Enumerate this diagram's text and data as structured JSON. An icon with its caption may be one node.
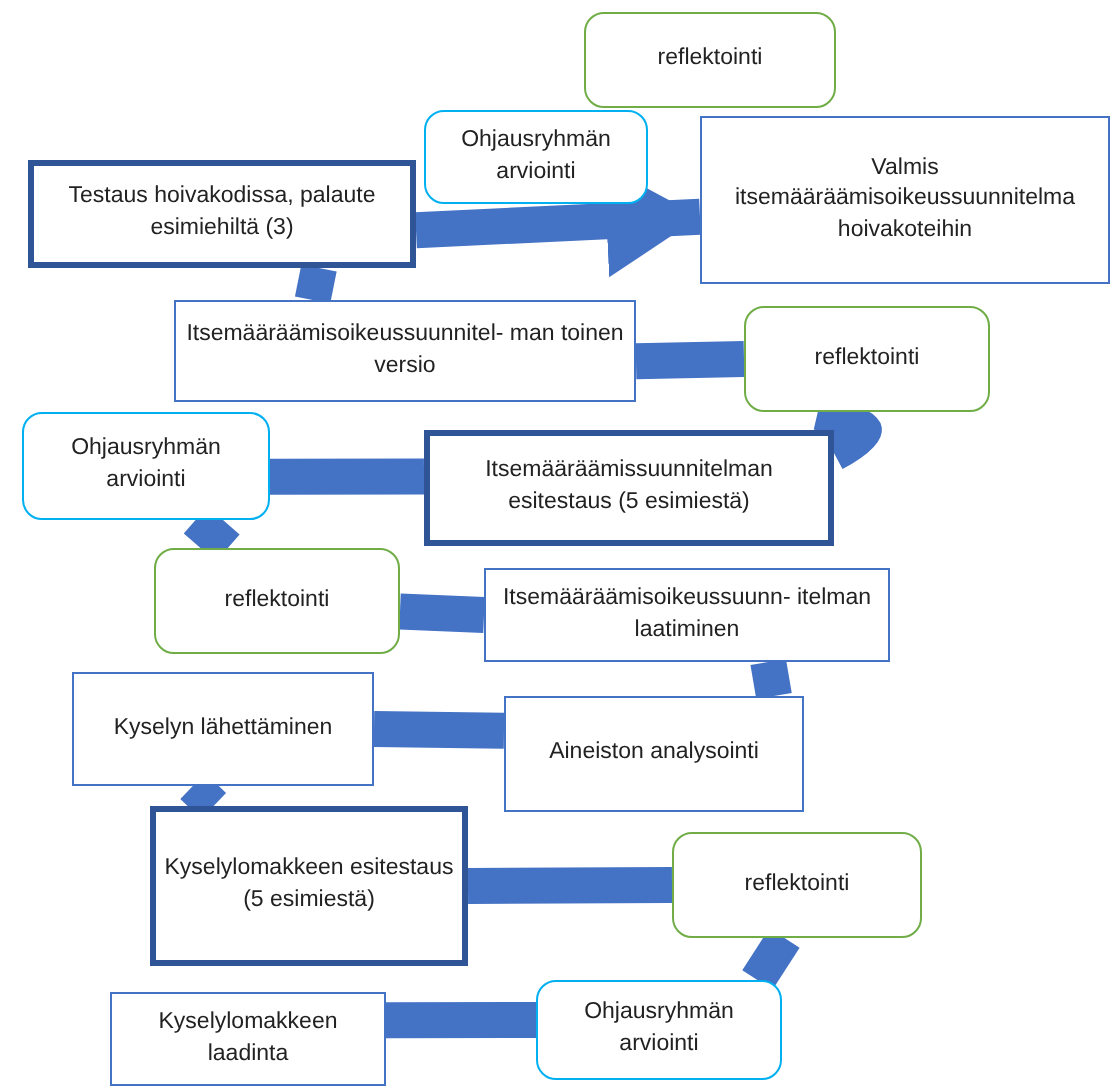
{
  "diagram": {
    "nodes": [
      {
        "text": [
          "reflektointi"
        ]
      },
      {
        "text": [
          "Ohjausryhmän arviointi"
        ]
      },
      {
        "text": [
          "Valmis itsemääräämisoikeussuunnitelma hoivakoteihin"
        ]
      },
      {
        "text": [
          "Testaus hoivakodissa, palaute esimiehiltä (3)"
        ]
      },
      {
        "text": [
          "Itsemääräämisoikeussuunnitel- man toinen versio"
        ]
      },
      {
        "text": [
          "reflektointi"
        ]
      },
      {
        "text": [
          "Ohjausryhmän arviointi"
        ]
      },
      {
        "text": [
          "Itsemääräämissuunnitelman esitestaus (5 esimiestä)"
        ]
      },
      {
        "text": [
          "reflektointi"
        ]
      },
      {
        "text": [
          "Itsemääräämisoikeussuunn- itelman laatiminen"
        ]
      },
      {
        "text": [
          "Kyselyn lähettäminen"
        ]
      },
      {
        "text": [
          "Aineiston analysointi"
        ]
      },
      {
        "text": [
          "Kyselylomakkeen esitestaus (5 esimiestä)"
        ]
      },
      {
        "text": [
          "reflektointi"
        ]
      },
      {
        "text": [
          "Kyselylomakkeen laadinta"
        ]
      },
      {
        "text": [
          "Ohjausryhmän arviointi"
        ]
      }
    ],
    "edges": [
      {
        "from": 14,
        "to": 15,
        "arrow": "none"
      },
      {
        "from": 15,
        "to": 13,
        "arrow": "none"
      },
      {
        "from": 13,
        "to": 12,
        "arrow": "none"
      },
      {
        "from": 12,
        "to": 10,
        "arrow": "none"
      },
      {
        "from": 10,
        "to": 11,
        "arrow": "none"
      },
      {
        "from": 11,
        "to": 9,
        "arrow": "none"
      },
      {
        "from": 9,
        "to": 8,
        "arrow": "none"
      },
      {
        "from": 8,
        "to": 6,
        "arrow": "none"
      },
      {
        "from": 6,
        "to": 7,
        "arrow": "none"
      },
      {
        "from": 7,
        "to": 5,
        "arrow": "none"
      },
      {
        "from": 5,
        "to": 4,
        "arrow": "none"
      },
      {
        "from": 4,
        "to": 3,
        "arrow": "none"
      },
      {
        "from": 3,
        "to": 2,
        "arrow": "to"
      }
    ]
  }
}
